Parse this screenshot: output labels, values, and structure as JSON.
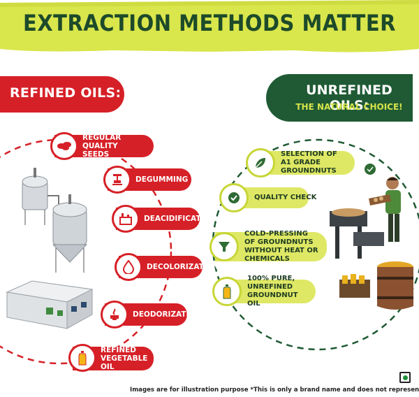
{
  "title": "EXTRACTION METHODS MATTER",
  "refined": {
    "heading": "REFINED OILS:",
    "steps": [
      {
        "label": "REGULAR QUALITY SEEDS",
        "icon": "seeds-icon"
      },
      {
        "label": "DEGUMMING",
        "icon": "press-icon"
      },
      {
        "label": "DEACIDIFICATION",
        "icon": "factory-icon"
      },
      {
        "label": "DECOLORIZATION",
        "icon": "drop-icon"
      },
      {
        "label": "DEODORIZATION",
        "icon": "burner-icon"
      },
      {
        "label": "REFINED VEGETABLE OIL",
        "icon": "oil-bottle-icon"
      }
    ]
  },
  "unrefined": {
    "heading": "UNREFINED OILS:",
    "subheading": "THE NATURAL CHOICE!",
    "steps": [
      {
        "label": "SELECTION OF A1 GRADE GROUNDNUTS",
        "icon": "leaf-icon"
      },
      {
        "label": "QUALITY CHECK",
        "icon": "check-badge-icon"
      },
      {
        "label": "COLD-PRESSING OF GROUNDNUTS WITHOUT HEAT OR CHEMICALS",
        "icon": "funnel-icon"
      },
      {
        "label": "100% PURE, UNREFINED GROUNDNUT OIL",
        "icon": "oil-bottle-icon"
      }
    ]
  },
  "footer": "Images are for illustration purpose  *This is only a brand name and does not represent its true nature.",
  "colors": {
    "red": "#d62027",
    "dark_green": "#1f5a34",
    "lime": "#dfe865",
    "banner": "#d9e64c"
  }
}
